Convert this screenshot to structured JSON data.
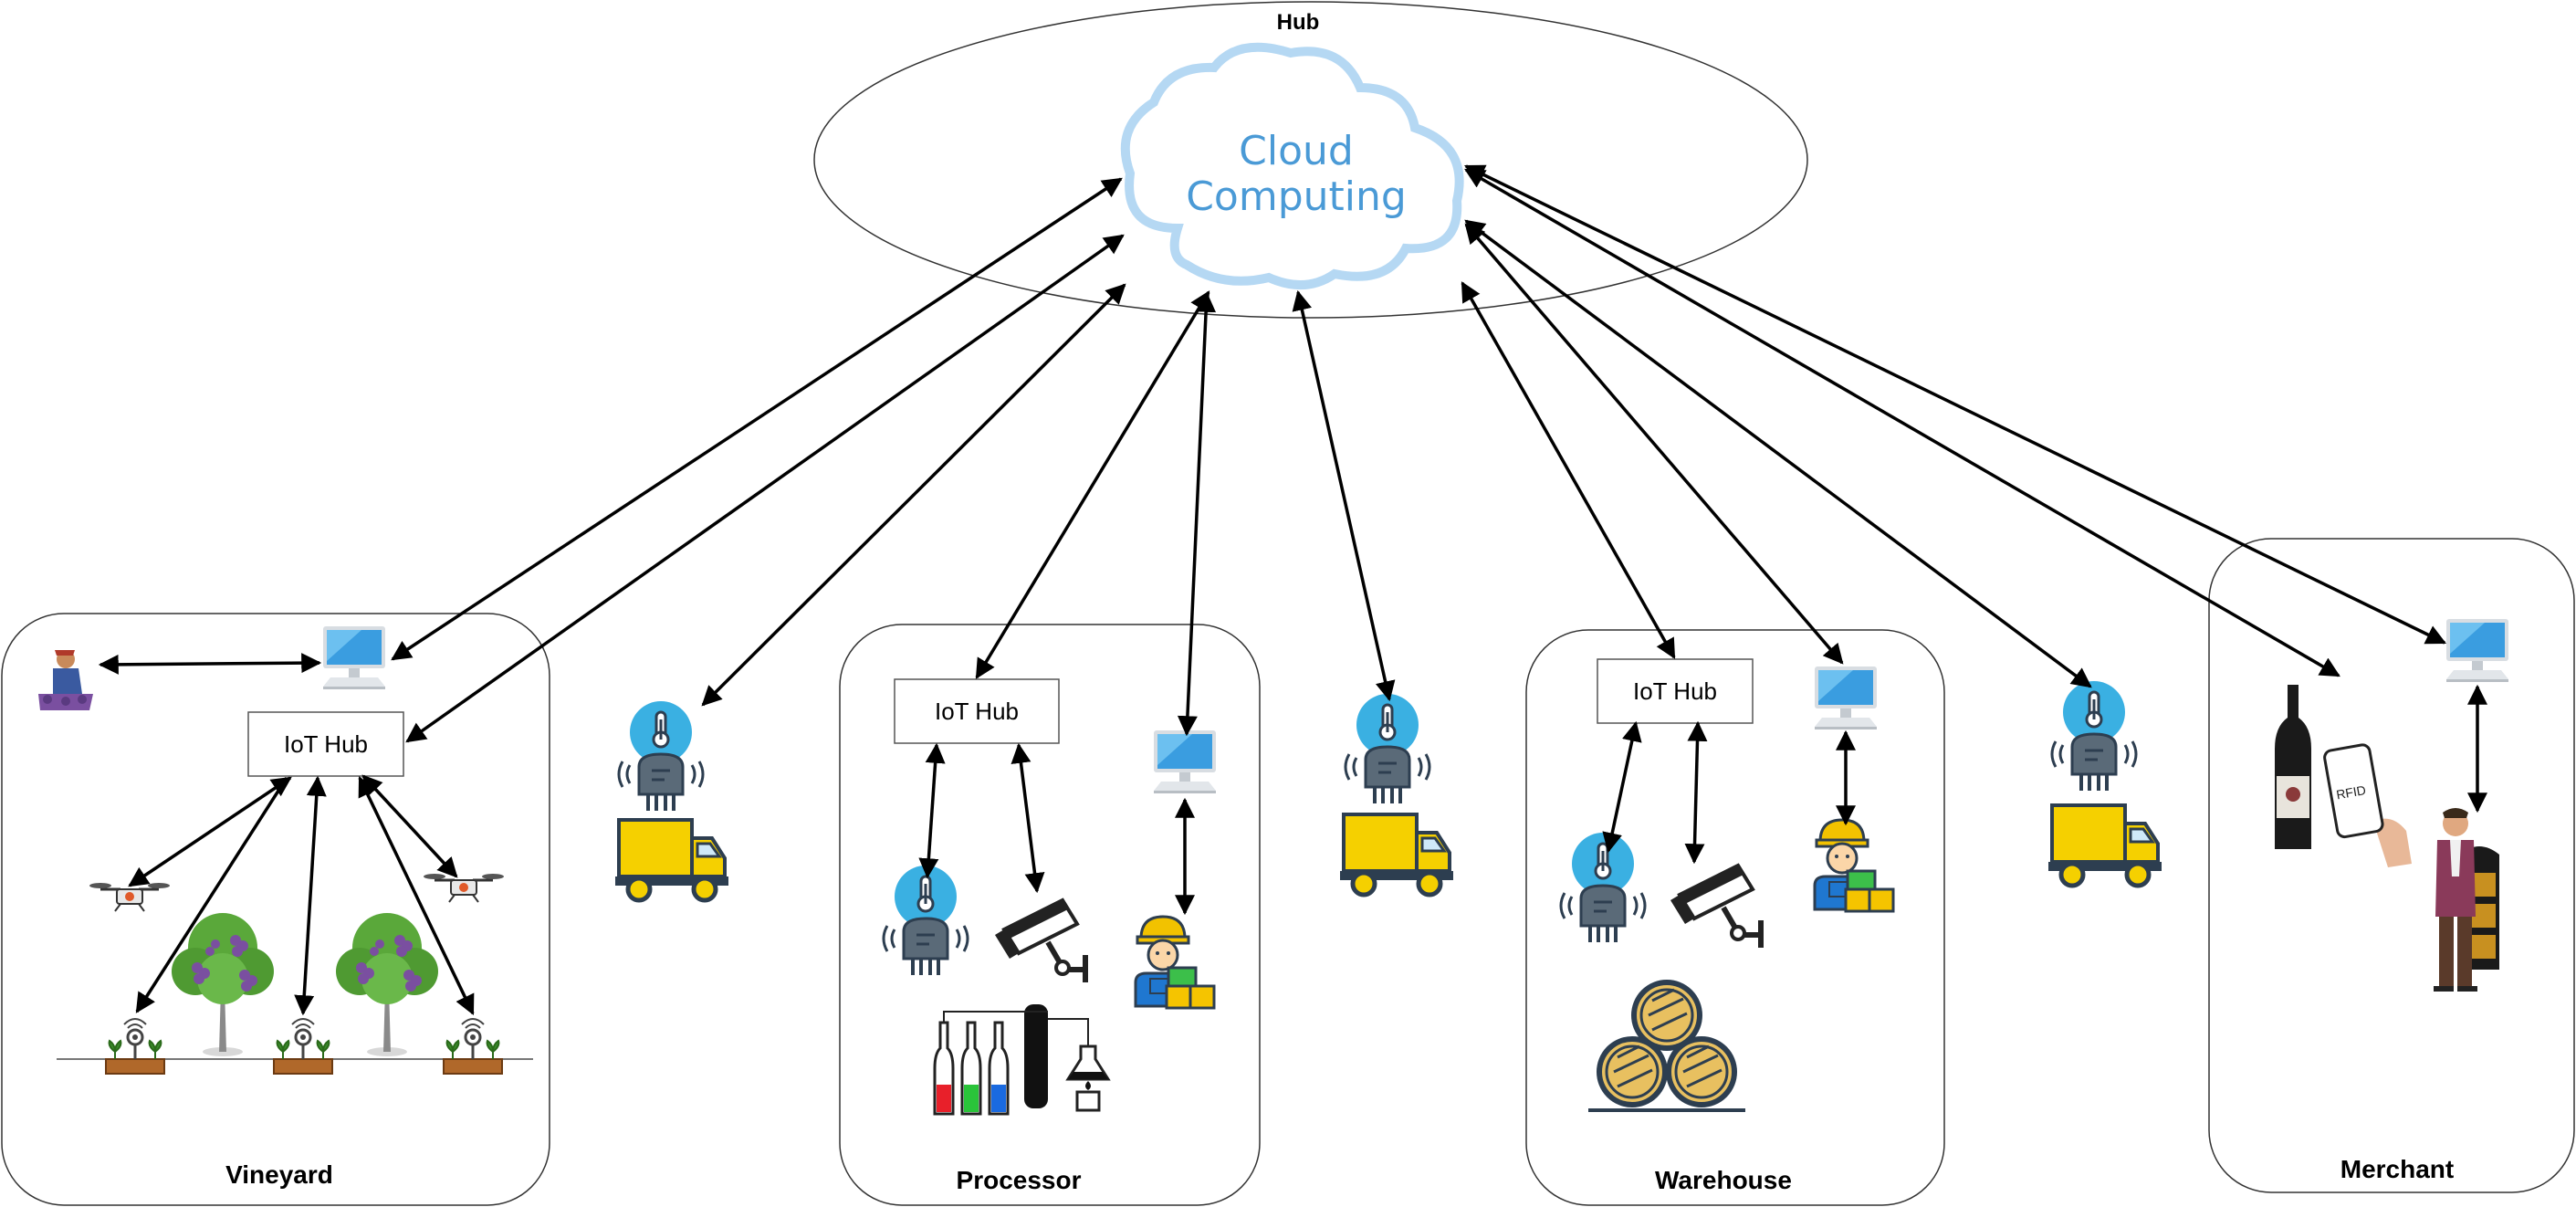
{
  "hub_label": "Hub",
  "cloud_label_line1": "Cloud",
  "cloud_label_line2": "Computing",
  "iot_hub_label": "IoT Hub",
  "rfid_label": "RFID",
  "stages": {
    "vineyard": "Vineyard",
    "processor": "Processor",
    "warehouse": "Warehouse",
    "merchant": "Merchant"
  },
  "colors": {
    "cloud_outline": "#b5d8f3",
    "cloud_text": "#4a9ad6",
    "truck_yellow": "#f5d000",
    "sensor_blue": "#3ab0e2",
    "sensor_gray": "#5a6a78",
    "monitor_blue": "#3a9de0",
    "tree_green": "#5aa83a",
    "grape_purple": "#7a4fa0",
    "soil_brown": "#b0682a"
  },
  "icons": [
    "cloud-icon",
    "computer-monitor-icon",
    "farmer-icon",
    "drone-icon",
    "grapevine-tree-icon",
    "soil-sensor-icon",
    "temperature-sensor-icon",
    "delivery-truck-icon",
    "security-camera-icon",
    "worker-with-boxes-icon",
    "wine-lab-equipment-icon",
    "wine-barrels-icon",
    "wine-bottle-icon",
    "rfid-phone-icon",
    "merchant-person-icon",
    "wine-rack-icon"
  ]
}
